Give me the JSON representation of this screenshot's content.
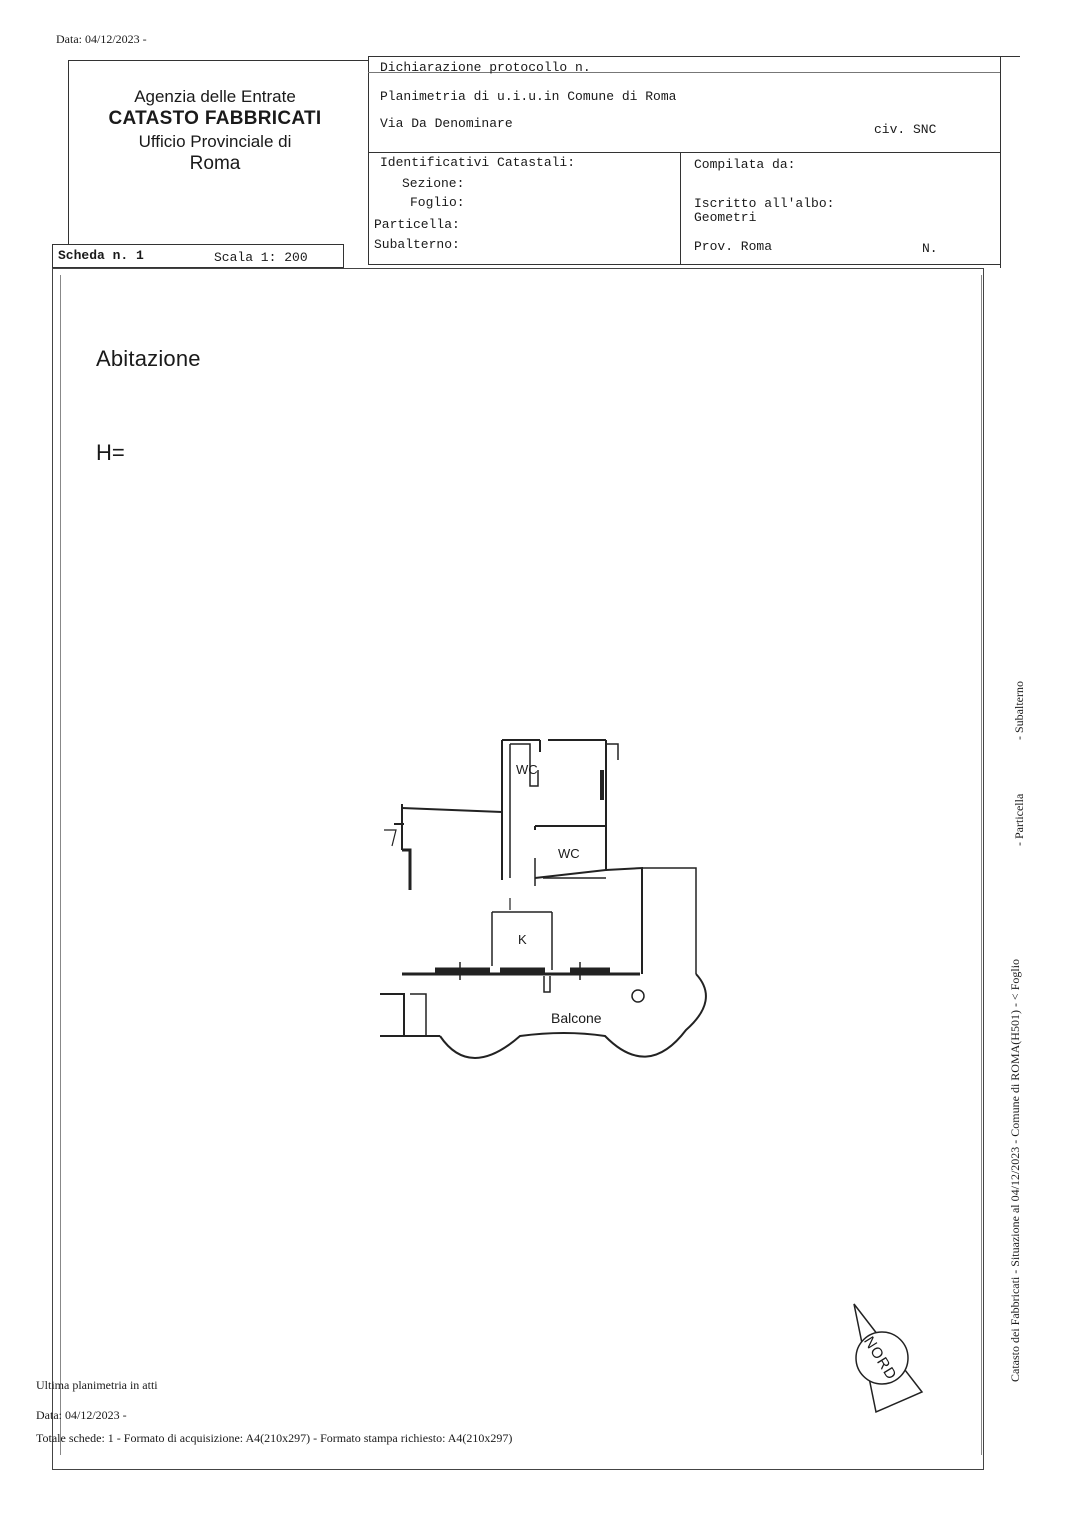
{
  "top_date": "Data: 04/12/2023 -",
  "agency": {
    "line1": "Agenzia delle Entrate",
    "line2": "CATASTO FABBRICATI",
    "line3": "Ufficio Provinciale di",
    "line4": "Roma"
  },
  "header": {
    "dichiarazione": "Dichiarazione protocollo n.",
    "planimetria": "Planimetria di u.i.u.in Comune di Roma",
    "via": "Via Da Denominare",
    "civ": "civ. SNC",
    "identificativi": "Identificativi Catastali:",
    "sezione": "Sezione:",
    "foglio": "Foglio:",
    "particella": "Particella:",
    "subalterno": "Subalterno:",
    "compilata": "Compilata da:",
    "iscritto": "Iscritto all'albo:",
    "geometri": "Geometri",
    "prov": "Prov. Roma",
    "n": "N."
  },
  "scheda": {
    "label": "Scheda n. 1",
    "scala": "Scala 1: 200"
  },
  "plan": {
    "title": "Abitazione",
    "h_label": "H=",
    "rooms": {
      "wc1": "WC",
      "wc2": "WC",
      "k": "K",
      "balcone": "Balcone"
    },
    "compass": "NORD"
  },
  "side": {
    "text1": "Catasto dei Fabbricati - Situazione al 04/12/2023 - Comune di ROMA(H501) - < Foglio",
    "text2": "- Particella",
    "text3": "- Subalterno"
  },
  "footer": {
    "ultima": "Ultima planimetria in atti",
    "data": "Data: 04/12/2023 -",
    "totale": "Totale schede: 1 - Formato di acquisizione: A4(210x297)  - Formato stampa richiesto: A4(210x297)"
  }
}
